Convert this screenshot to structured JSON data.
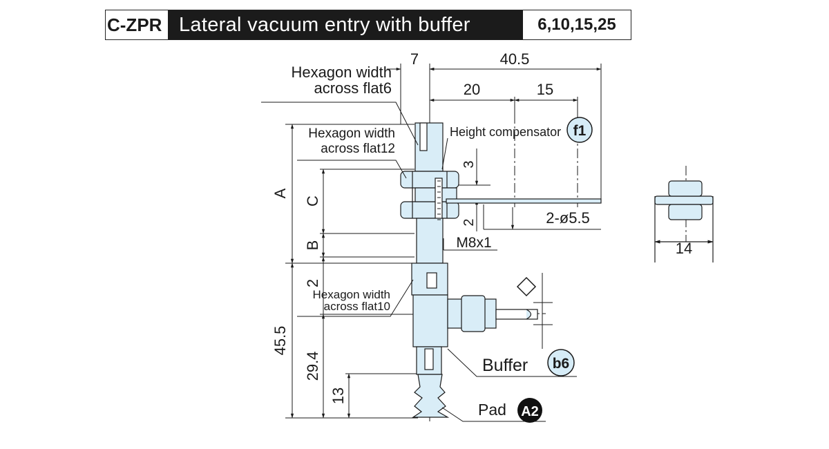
{
  "header": {
    "model_code": "C-ZPR",
    "title": "Lateral vacuum entry with buffer",
    "sizes": "6,10,15,25"
  },
  "dimensions": {
    "d7": "7",
    "d40_5": "40.5",
    "d20": "20",
    "d15": "15",
    "dA": "A",
    "dC": "C",
    "dB": "B",
    "d2_top": "2",
    "d45_5": "45.5",
    "d29_4": "29.4",
    "d13": "13",
    "d3": "3",
    "d2_side": "2",
    "holes": "2-ø5.5",
    "thread": "M8x1",
    "d14": "14"
  },
  "labels": {
    "hex6_line1": "Hexagon width",
    "hex6_line2": "across flat6",
    "hex12_line1": "Hexagon width",
    "hex12_line2": "across flat12",
    "hex10_line1": "Hexagon width",
    "hex10_line2": "across flat10",
    "height_comp": "Height compensator",
    "buffer": "Buffer",
    "pad": "Pad"
  },
  "badges": {
    "f1": "f1",
    "b6": "b6",
    "a2": "A2"
  },
  "colors": {
    "part_fill": "#d9edf7",
    "line": "#1a1a1a",
    "badge_fill": "#d6ecf7",
    "header_bg": "#1b1b1b"
  }
}
